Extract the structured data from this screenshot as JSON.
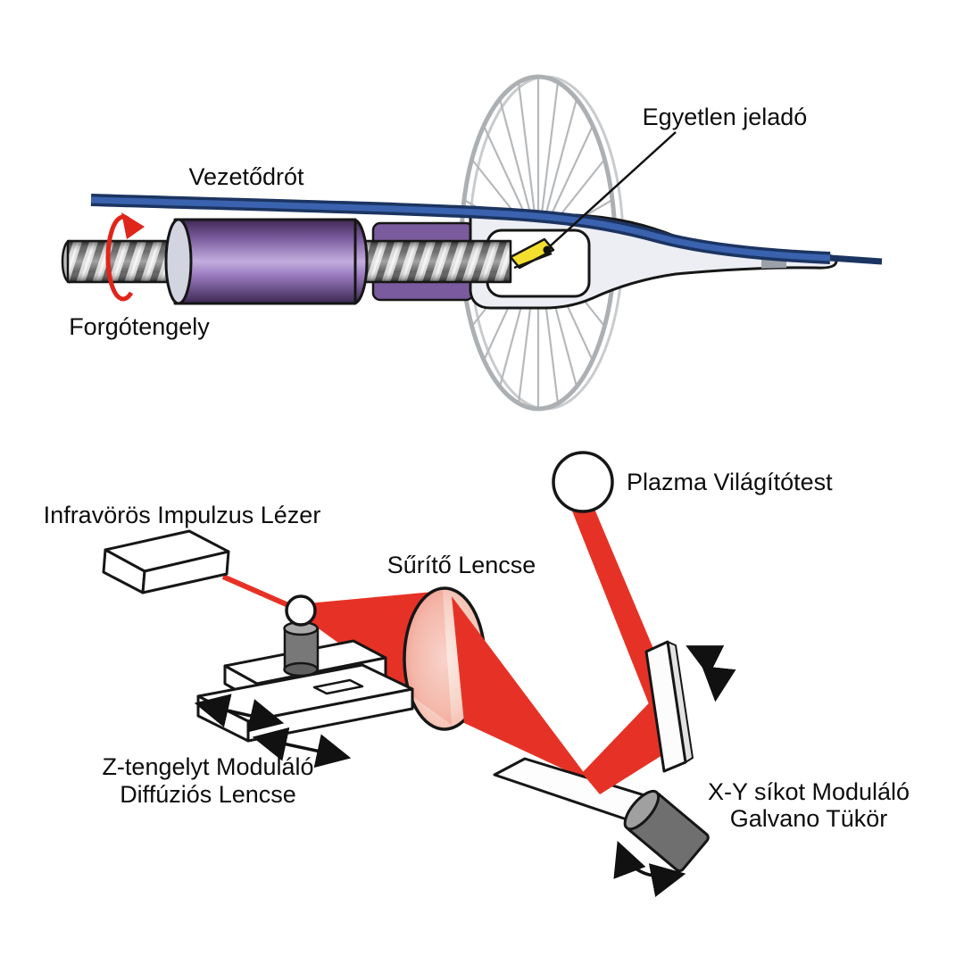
{
  "figure": {
    "panel_top": {
      "labels": {
        "guidewire": "Vezetődrót",
        "single_transducer": "Egyetlen jeladó",
        "rotating_shaft": "Forgótengely"
      }
    },
    "panel_bottom": {
      "labels": {
        "ir_laser": "Infravörös Impulzus Lézer",
        "condenser_lens": "Sűrítő Lencse",
        "plasma_bulb": "Plazma Világítótest",
        "z_stage_line1": "Z-tengelyt Moduláló",
        "z_stage_line2": "Diffúziós Lencse",
        "galvo_line1": "X-Y síkot Moduláló",
        "galvo_line2": "Galvano Tükör"
      }
    },
    "colors": {
      "beam_red": "#e63226",
      "rotation_arrow_red": "#e0251b",
      "guidewire_blue": "#1b3461",
      "sheath_purple": "#8b6bae",
      "transducer_yellow": "#f3df2e",
      "wheel_gray": "#b4b7ba"
    }
  }
}
